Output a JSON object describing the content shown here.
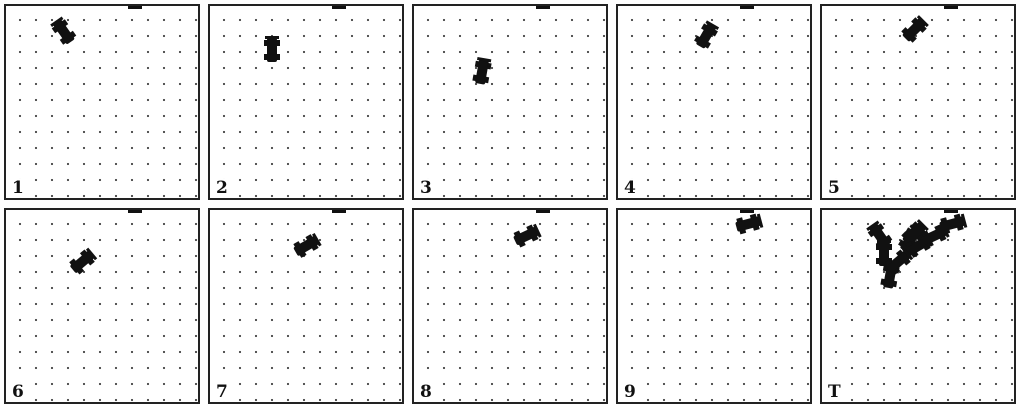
{
  "panels": [
    {
      "label": "1",
      "cars": [
        {
          "angle": -35
        }
      ]
    },
    {
      "label": "2",
      "cars": [
        {
          "angle": 0
        }
      ]
    },
    {
      "label": "3",
      "cars": [
        {
          "angle": 10
        }
      ]
    },
    {
      "label": "4",
      "cars": [
        {
          "angle": 30
        }
      ]
    },
    {
      "label": "5",
      "cars": [
        {
          "angle": 45
        }
      ]
    },
    {
      "label": "6",
      "cars": [
        {
          "angle": 50
        }
      ]
    },
    {
      "label": "7",
      "cars": [
        {
          "angle": 60
        }
      ]
    },
    {
      "label": "8",
      "cars": [
        {
          "angle": 65
        }
      ]
    },
    {
      "label": "9",
      "cars": [
        {
          "angle": 75
        }
      ]
    },
    {
      "label": "T",
      "cars": [
        {
          "angle": -35
        },
        {
          "angle": 0
        },
        {
          "angle": 10
        },
        {
          "angle": 30
        },
        {
          "angle": 45
        },
        {
          "angle": 50
        },
        {
          "angle": 60
        },
        {
          "angle": 65
        },
        {
          "angle": 75
        }
      ]
    }
  ],
  "colors": {
    "car": "#111111",
    "border": "#222222",
    "dot": "#444444"
  }
}
